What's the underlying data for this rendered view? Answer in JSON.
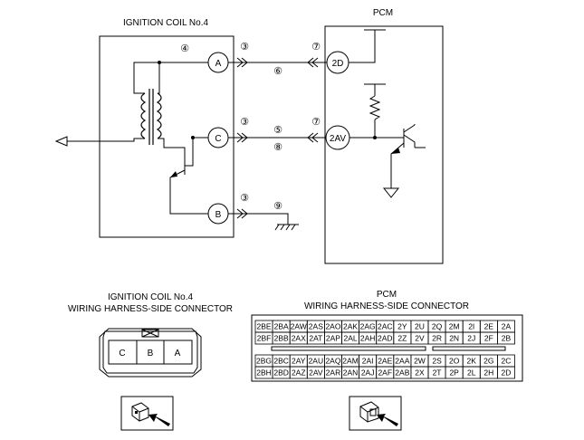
{
  "ignition_coil": {
    "title": "IGNITION COIL No.4",
    "circuit_ref": "④",
    "pins": {
      "a": "A",
      "c": "C",
      "b": "B"
    }
  },
  "pcm": {
    "title": "PCM",
    "pins": {
      "p2d": "2D",
      "p2av": "2AV"
    }
  },
  "wire_refs": {
    "a_conn": "③",
    "a_pcm_conn": "⑦",
    "a_wire": "⑥",
    "c_conn": "③",
    "c_wire_top": "⑤",
    "c_pcm_conn": "⑦",
    "c_wire_bottom": "⑧",
    "b_conn": "③",
    "b_wire": "⑨"
  },
  "coil_connector": {
    "title_line1": "IGNITION COIL No.4",
    "title_line2": "WIRING HARNESS-SIDE CONNECTOR",
    "cells": [
      "C",
      "B",
      "A"
    ]
  },
  "pcm_connector": {
    "title_line1": "PCM",
    "title_line2": "WIRING HARNESS-SIDE CONNECTOR",
    "upper_rows": [
      [
        "2BE",
        "2BA",
        "2AW",
        "2AS",
        "2AO",
        "2AK",
        "2AG",
        "2AC",
        "2Y",
        "2U",
        "2Q",
        "2M",
        "2I",
        "2E",
        "2A"
      ],
      [
        "2BF",
        "2BB",
        "2AX",
        "2AT",
        "2AP",
        "2AL",
        "2AH",
        "2AD",
        "2Z",
        "2V",
        "2R",
        "2N",
        "2J",
        "2F",
        "2B"
      ]
    ],
    "lower_rows": [
      [
        "2BG",
        "2BC",
        "2AY",
        "2AU",
        "2AQ",
        "2AM",
        "2AI",
        "2AE",
        "2AA",
        "2W",
        "2S",
        "2O",
        "2K",
        "2G",
        "2C"
      ],
      [
        "2BH",
        "2BD",
        "2AZ",
        "2AV",
        "2AR",
        "2AN",
        "2AJ",
        "2AF",
        "2AB",
        "2X",
        "2T",
        "2P",
        "2L",
        "2H",
        "2D"
      ]
    ]
  }
}
